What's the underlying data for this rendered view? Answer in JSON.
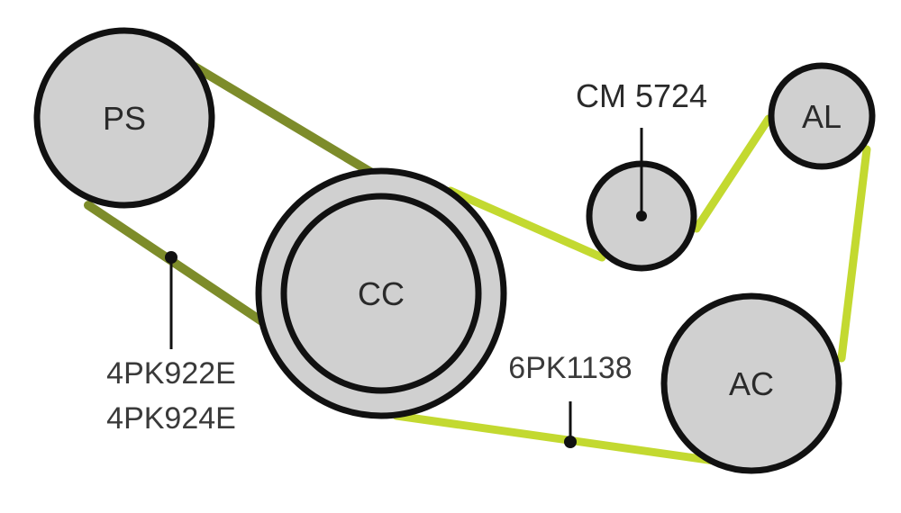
{
  "pulleys": {
    "ps": "PS",
    "cc": "CC",
    "al": "AL",
    "ac": "AC"
  },
  "tensioner": "CM 5724",
  "belts": {
    "short_belt_codes": [
      "4PK922E",
      "4PK924E"
    ],
    "long_belt_code": "6PK1138"
  },
  "colors": {
    "pulley_fill": "#d0d0d0",
    "outline": "#111111",
    "belt_dark": "#7d8c2a",
    "belt_light": "#c3d930"
  }
}
